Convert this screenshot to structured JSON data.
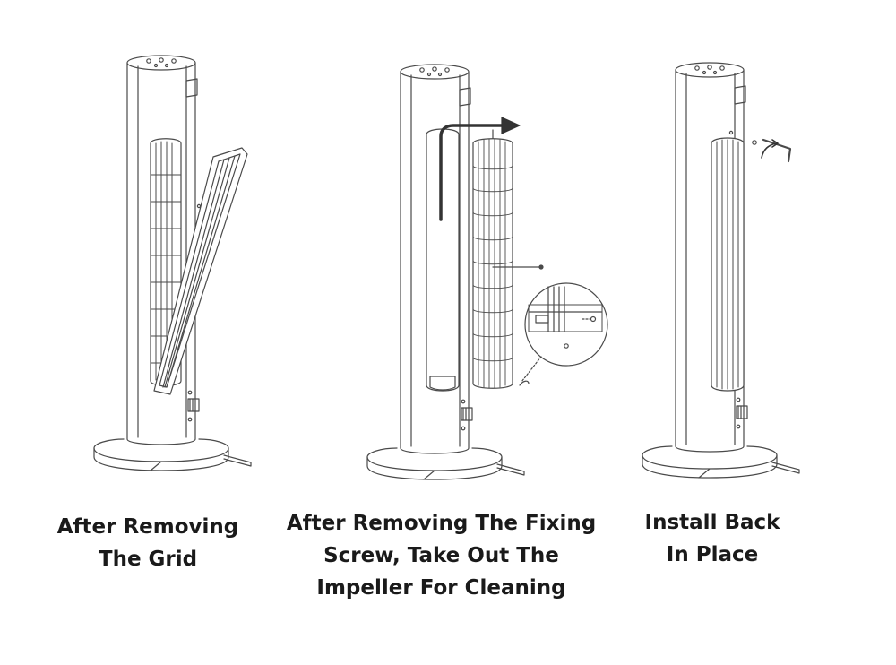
{
  "steps": [
    {
      "caption_lines": [
        "After Removing",
        "The Grid"
      ]
    },
    {
      "caption_lines": [
        "After Removing The Fixing",
        "Screw, Take Out The",
        "Impeller For Cleaning"
      ]
    },
    {
      "caption_lines": [
        "Install Back",
        "In Place"
      ]
    }
  ],
  "colors": {
    "line": "#4a4a4a",
    "fill": "#ffffff",
    "caption": "#1a1a1a",
    "arrow": "#333333"
  },
  "icons": [
    "arrow-right-icon",
    "fixing-screw-icon",
    "allen-wrench-icon",
    "rotate-arrow-icon"
  ]
}
